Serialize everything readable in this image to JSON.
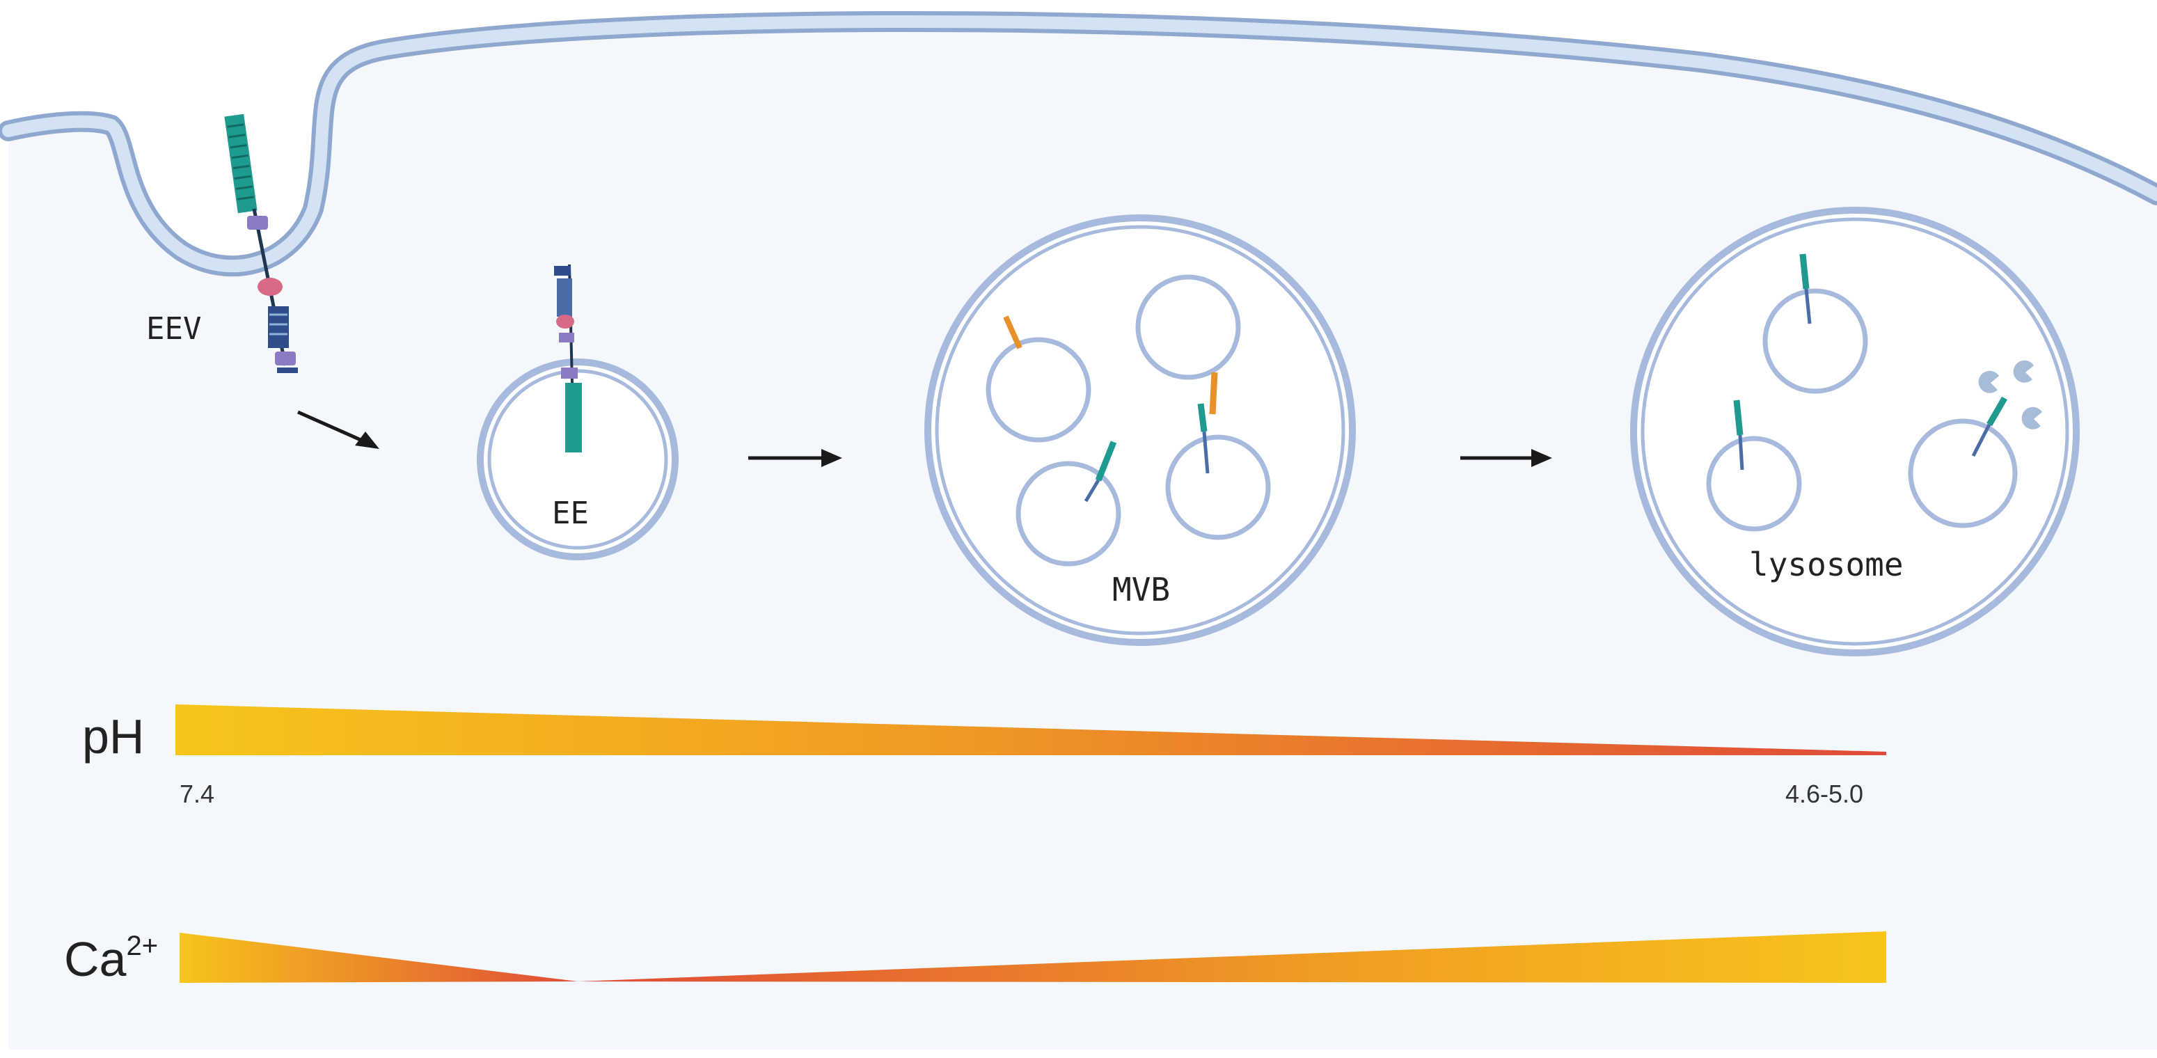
{
  "labels": {
    "eev": "EEV",
    "ee": "EE",
    "mvb": "MVB",
    "lysosome": "lysosome"
  },
  "gradients": {
    "ph": {
      "label": "pH",
      "start_value": "7.4",
      "end_value": "4.6-5.0"
    },
    "calcium": {
      "label_base": "Ca",
      "label_superscript": "2+"
    }
  },
  "colors": {
    "cytoplasm": "#f4f8fc",
    "membrane_fill": "#cfe0f2",
    "membrane_stroke": "#8fa8cf",
    "vesicle_stroke": "#a7b9dc",
    "protein_teal": "#1f9a8f",
    "protein_navy": "#2f4d8c",
    "protein_purple": "#8a7bc2",
    "protein_pink": "#d96a86",
    "protein_orange": "#e8902a",
    "gradient_yellow": "#f7c51b",
    "gradient_orange": "#f09a24",
    "gradient_red": "#df4a38",
    "arrow": "#1a1a1a",
    "text": "#222222"
  }
}
